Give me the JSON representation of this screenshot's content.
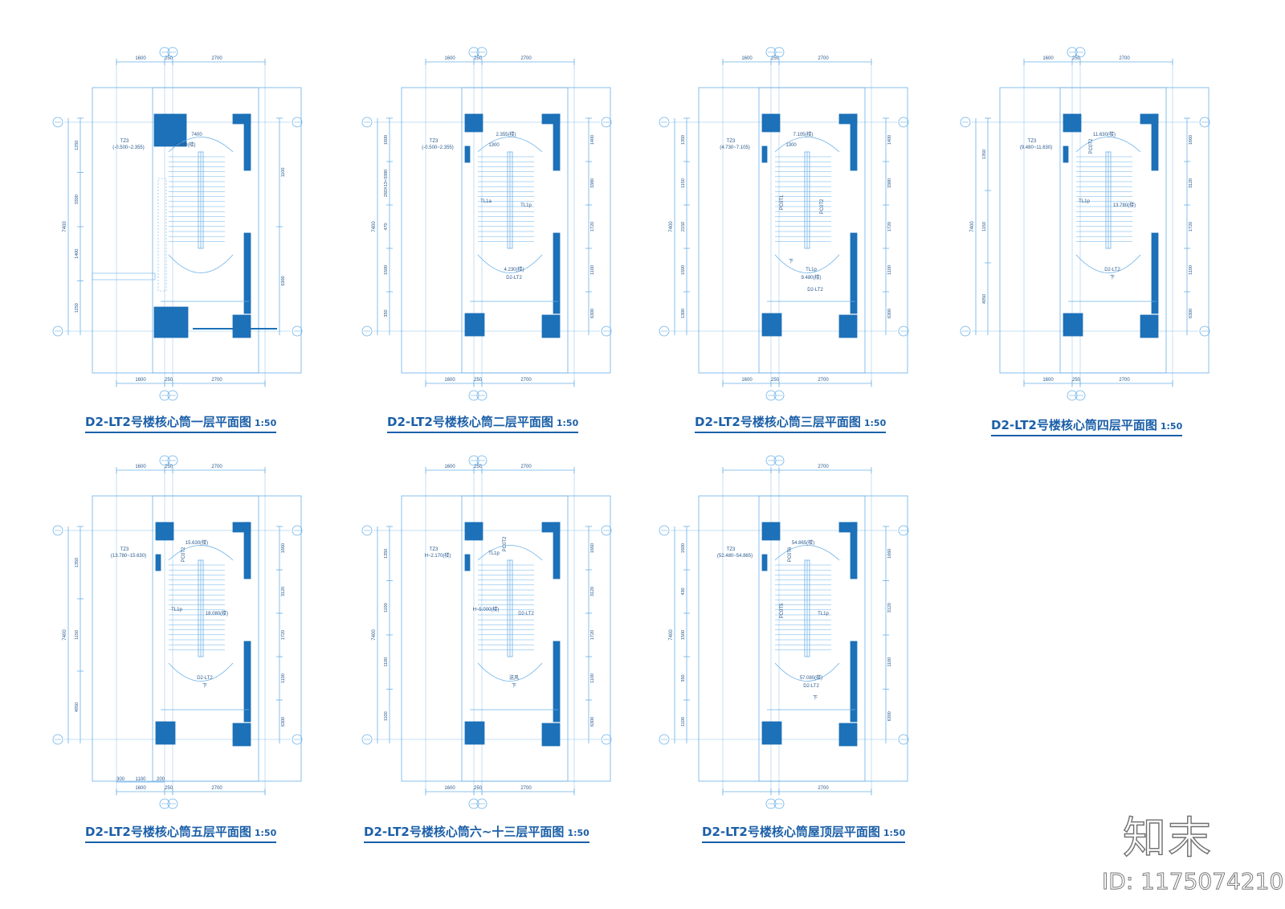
{
  "colors": {
    "line": "#6ab0e8",
    "fill": "#1c71b8",
    "title": "#1b5fa8",
    "text": "#2a5a8c"
  },
  "plans": [
    {
      "title": "D2-LT2号楼核心筒一层平面图",
      "scale": "1:50",
      "top_dims": [
        "1600",
        "250",
        "2700"
      ],
      "bottom_dims": [
        "1600",
        "250",
        "2700"
      ],
      "left_dims": [
        "1250",
        "3300",
        "1400",
        "1250"
      ],
      "left_total": "7400",
      "right_dims": [
        "1100",
        "6300"
      ],
      "labels": [
        "TZ3",
        "(-0.500~2.355)",
        "7400",
        "-0.500(楼)"
      ]
    },
    {
      "title": "D2-LT2号楼核心筒二层平面图",
      "scale": "1:50",
      "top_dims": [
        "1600",
        "250",
        "2700"
      ],
      "bottom_dims": [
        "1600",
        "250",
        "2700"
      ],
      "left_dims": [
        "1600",
        "260X13=3380",
        "470",
        "1500",
        "350"
      ],
      "left_total": "7400",
      "right_dims": [
        "1400",
        "3380",
        "1720",
        "1100",
        "6300"
      ],
      "labels": [
        "TZ3",
        "(-0.500~2.355)",
        "2.355(楼)",
        "1300",
        "TL1a",
        "TL1p",
        "4.230(楼)",
        "D2-LT2"
      ]
    },
    {
      "title": "D2-LT2号楼核心筒三层平面图",
      "scale": "1:50",
      "top_dims": [
        "1600",
        "250",
        "2700"
      ],
      "bottom_dims": [
        "1600",
        "250",
        "2700"
      ],
      "left_dims": [
        "1350",
        "1150",
        "2150",
        "1500",
        "1300"
      ],
      "left_total": "7400",
      "right_dims": [
        "1400",
        "3380",
        "1720",
        "1100",
        "6300"
      ],
      "labels": [
        "TZ3",
        "(4.730~7.105)",
        "7.105(楼)",
        "1300",
        "PC0T1",
        "PC0T2",
        "TL1p",
        "9.480(楼)",
        "D2-LT2",
        "下"
      ]
    },
    {
      "title": "D2-LT2号楼核心筒四层平面图",
      "scale": "1:50",
      "top_dims": [
        "1600",
        "250",
        "2700"
      ],
      "bottom_dims": [
        "1600",
        "250",
        "2700"
      ],
      "left_dims": [
        "1350",
        "1150",
        "4950"
      ],
      "left_total": "7400",
      "right_dims": [
        "1660",
        "3120",
        "1720",
        "1100",
        "6300"
      ],
      "labels": [
        "TZ3",
        "(9.480~11.630)",
        "11.630(楼)",
        "PC0T2",
        "TL1p",
        "13.780(楼)",
        "D2-LT2",
        "下"
      ]
    },
    {
      "title": "D2-LT2号楼核心筒五层平面图",
      "scale": "1:50",
      "top_dims": [
        "1600",
        "250",
        "2700"
      ],
      "bottom_dims": [
        "1600",
        "250",
        "2700"
      ],
      "extra_bottom_dims": [
        "300",
        "1100",
        "200"
      ],
      "left_dims": [
        "1350",
        "1150",
        "4950"
      ],
      "left_total": "7400",
      "right_dims": [
        "1660",
        "3120",
        "1720",
        "1100",
        "6300"
      ],
      "labels": [
        "TZ3",
        "(13.780~15.630)",
        "15.630(楼)",
        "PC0T2",
        "TL1p",
        "18.080(楼)",
        "D2-LT2",
        "下"
      ]
    },
    {
      "title": "D2-LT2号楼核心筒六~十三层平面图",
      "scale": "1:50",
      "top_dims": [
        "1600",
        "250",
        "2700"
      ],
      "bottom_dims": [
        "1600",
        "250",
        "2700"
      ],
      "left_dims": [
        "1350",
        "1100",
        "1100",
        "1100"
      ],
      "left_total": "7400",
      "right_dims": [
        "1660",
        "3120",
        "1720",
        "1100",
        "6300"
      ],
      "labels": [
        "TZ3",
        "H~2.170(楼)",
        "PC0T2",
        "TL1p",
        "H~5.000(楼)",
        "D2-LT2",
        "送风",
        "下"
      ]
    },
    {
      "title": "D2-LT2号楼核心筒屋顶层平面图",
      "scale": "1:50",
      "top_dims": [
        "2700"
      ],
      "bottom_dims": [
        "2700"
      ],
      "left_dims": [
        "1600",
        "430",
        "1500",
        "350",
        "1100"
      ],
      "left_total": "7400",
      "right_dims": [
        "1660",
        "3120",
        "1100",
        "6300"
      ],
      "labels": [
        "TZ3",
        "(52.480~54.865)",
        "54.865(楼)",
        "PC0T6",
        "PC0T5",
        "TL1p",
        "57.080(楼)",
        "D2-LT2",
        "下"
      ]
    }
  ],
  "brand_logo": "知末",
  "image_id": "ID: 1175074210"
}
